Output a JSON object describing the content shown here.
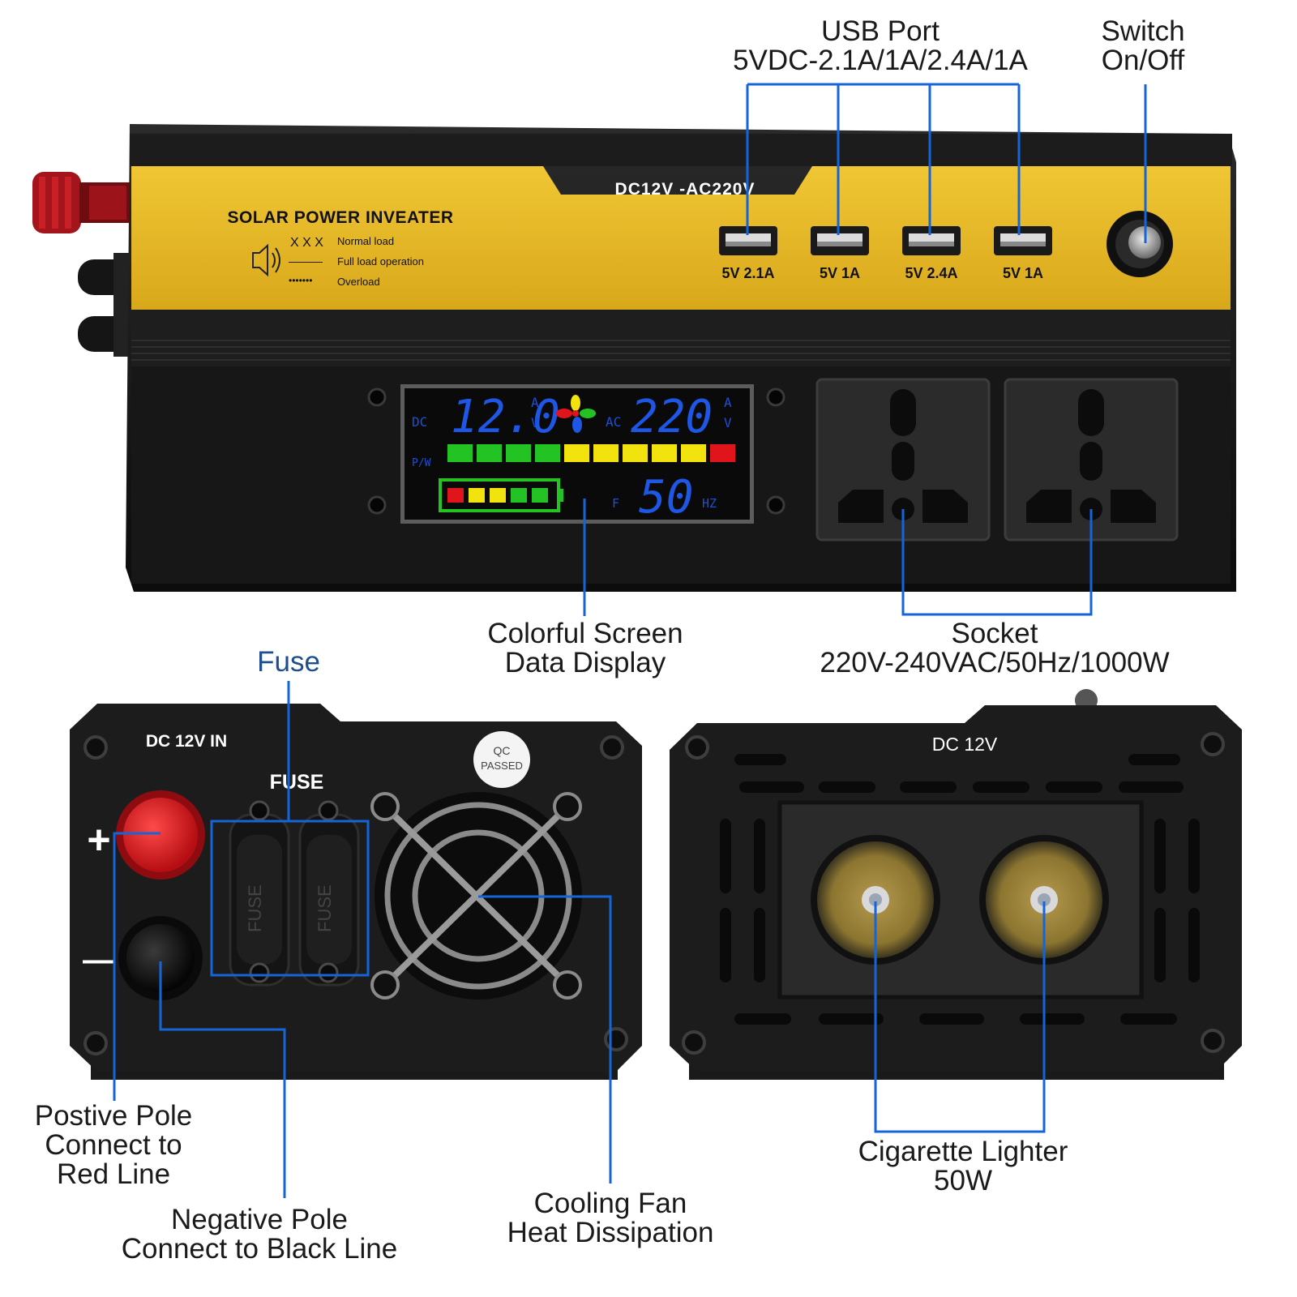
{
  "callouts": {
    "usb_port": [
      "USB Port",
      "5VDC-2.1A/1A/2.4A/1A"
    ],
    "switch": [
      "Switch",
      "On/Off"
    ],
    "screen": [
      "Colorful Screen",
      "Data Display"
    ],
    "socket": [
      "Socket",
      "220V-240VAC/50Hz/1000W"
    ],
    "fuse": [
      "Fuse"
    ],
    "positive": [
      "Postive Pole",
      "Connect to",
      "Red Line"
    ],
    "negative": [
      "Negative Pole",
      "Connect to Black Line"
    ],
    "fan": [
      "Cooling Fan",
      "Heat Dissipation"
    ],
    "cigarette": [
      "Cigarette Lighter",
      "50W"
    ]
  },
  "top_panel": {
    "brand": "SOLAR POWER INVEATER",
    "model": "DC12V -AC220V",
    "legend": [
      {
        "symbol": "X X X",
        "text": "Normal load"
      },
      {
        "symbol": "———",
        "text": "Full load operation"
      },
      {
        "symbol": "•••••••",
        "text": "Overload"
      }
    ],
    "usb_labels": [
      "5V 2.1A",
      "5V 1A",
      "5V 2.4A",
      "5V 1A"
    ]
  },
  "lcd": {
    "dc_label": "DC",
    "dc_value": "12.0",
    "ac_label": "AC",
    "ac_value": "220",
    "unit_a": "A",
    "unit_v": "V",
    "pw_label": "P/W",
    "f_label": "F",
    "freq_value": "50",
    "hz_label": "HZ",
    "load_bars": [
      "#22c322",
      "#22c322",
      "#22c322",
      "#22c322",
      "#f2e20e",
      "#f2e20e",
      "#f2e20e",
      "#f2e20e",
      "#f2e20e",
      "#e0151b"
    ],
    "battery_cells": [
      "#e0151b",
      "#f2e20e",
      "#f2e20e",
      "#22c322",
      "#22c322"
    ]
  },
  "left_panel": {
    "title": "DC 12V IN",
    "fuse_label": "FUSE",
    "fuse_text": "FUSE",
    "qc_line1": "QC",
    "qc_line2": "PASSED",
    "plus": "+",
    "minus": "—"
  },
  "right_panel": {
    "title": "DC 12V"
  },
  "colors": {
    "yellow_panel": "#e6b825",
    "body_black": "#141414",
    "callout_line": "#1565d8",
    "red_terminal": "#d4161c"
  }
}
